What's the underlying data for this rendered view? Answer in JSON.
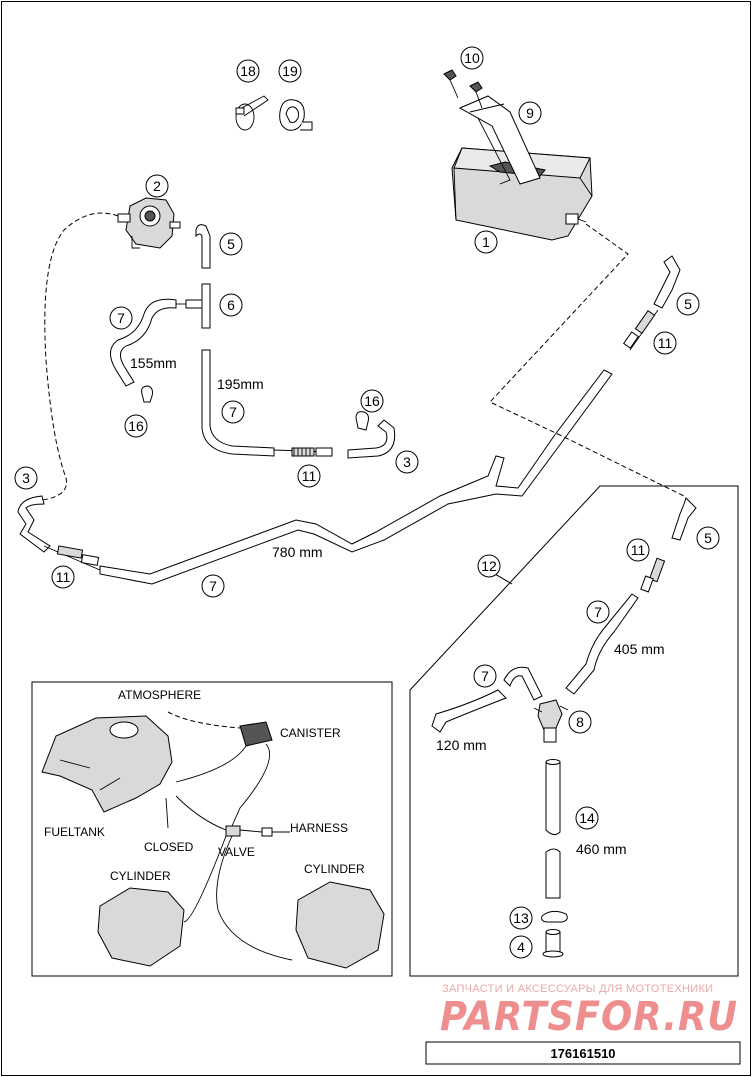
{
  "callouts": {
    "c1": "1",
    "c2": "2",
    "c3a": "3",
    "c3b": "3",
    "c4": "4",
    "c5a": "5",
    "c5b": "5",
    "c5c": "5",
    "c6": "6",
    "c7a": "7",
    "c7b": "7",
    "c7c": "7",
    "c7d": "7",
    "c7e": "7",
    "c8": "8",
    "c9": "9",
    "c10": "10",
    "c11a": "11",
    "c11b": "11",
    "c11c": "11",
    "c11d": "11",
    "c12": "12",
    "c13": "13",
    "c14": "14",
    "c16a": "16",
    "c16b": "16",
    "c18": "18",
    "c19": "19"
  },
  "dimensions": {
    "d155": "155mm",
    "d195": "195mm",
    "d780": "780 mm",
    "d405": "405 mm",
    "d120": "120 mm",
    "d460": "460 mm"
  },
  "inset": {
    "atmosphere": "ATMOSPHERE",
    "canister": "CANISTER",
    "fueltank": "FUELTANK",
    "closed": "CLOSED",
    "valve": "VALVE",
    "harness": "HARNESS",
    "cylinder_left": "CYLINDER",
    "cylinder_right": "CYLINDER"
  },
  "watermark": {
    "tagline": "ЗАПЧАСТИ И АКСЕССУАРЫ ДЛЯ МОТОТЕХНИКИ",
    "brand": "PARTSFOR.RU"
  },
  "document_number": "176161510",
  "colors": {
    "line": "#000000",
    "watermark": "#ef8e8e"
  }
}
